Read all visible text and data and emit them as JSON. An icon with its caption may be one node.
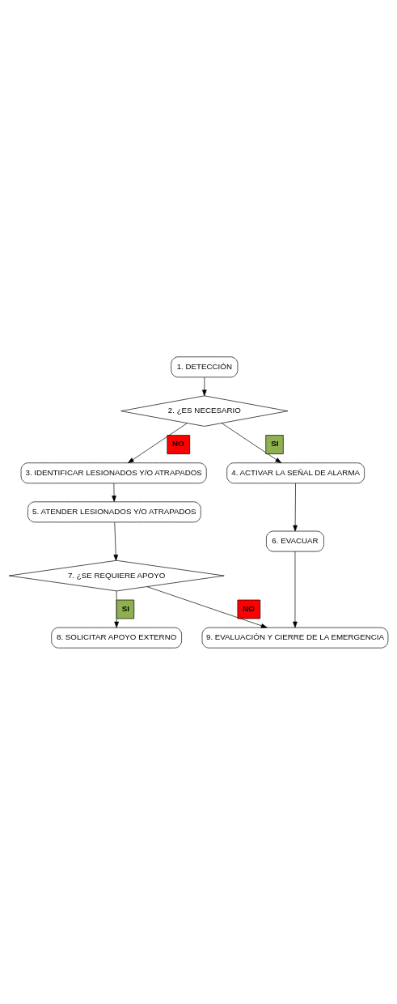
{
  "diagram": {
    "nodes": [
      {
        "text": [
          "1. DETECCIÓN"
        ]
      },
      {
        "text": [
          "2. ¿ES NECESARIO"
        ]
      },
      {
        "text": [
          "3. IDENTIFICAR LESIONADOS Y/O ATRAPADOS"
        ]
      },
      {
        "text": [
          "4. ACTIVAR LA SEÑAL DE ALARMA"
        ]
      },
      {
        "text": [
          "5. ATENDER LESIONADOS Y/O ATRAPADOS"
        ]
      },
      {
        "text": [
          "6. EVACUAR"
        ]
      },
      {
        "text": [
          "7. ¿SE REQUIERE APOYO"
        ]
      },
      {
        "text": [
          "8. SOLICITAR APOYO EXTERNO"
        ]
      },
      {
        "text": [
          "9. EVALUACIÓN Y CIERRE DE LA EMERGENCIA"
        ]
      }
    ],
    "edges": [
      {
        "from": 0,
        "to": 1,
        "arrow": "to"
      },
      {
        "from": 1,
        "to": 3,
        "arrow": "to",
        "label": "SI"
      },
      {
        "from": 1,
        "to": 2,
        "arrow": "to",
        "label": "NO"
      },
      {
        "from": 2,
        "to": 4,
        "arrow": "to"
      },
      {
        "from": 3,
        "to": 5,
        "arrow": "to"
      },
      {
        "from": 4,
        "to": 6,
        "arrow": "to"
      },
      {
        "from": 5,
        "to": 8,
        "arrow": "to"
      },
      {
        "from": 6,
        "to": 7,
        "arrow": "to",
        "label": "SI"
      },
      {
        "from": 6,
        "to": 8,
        "arrow": "to",
        "label": "NO"
      }
    ]
  }
}
